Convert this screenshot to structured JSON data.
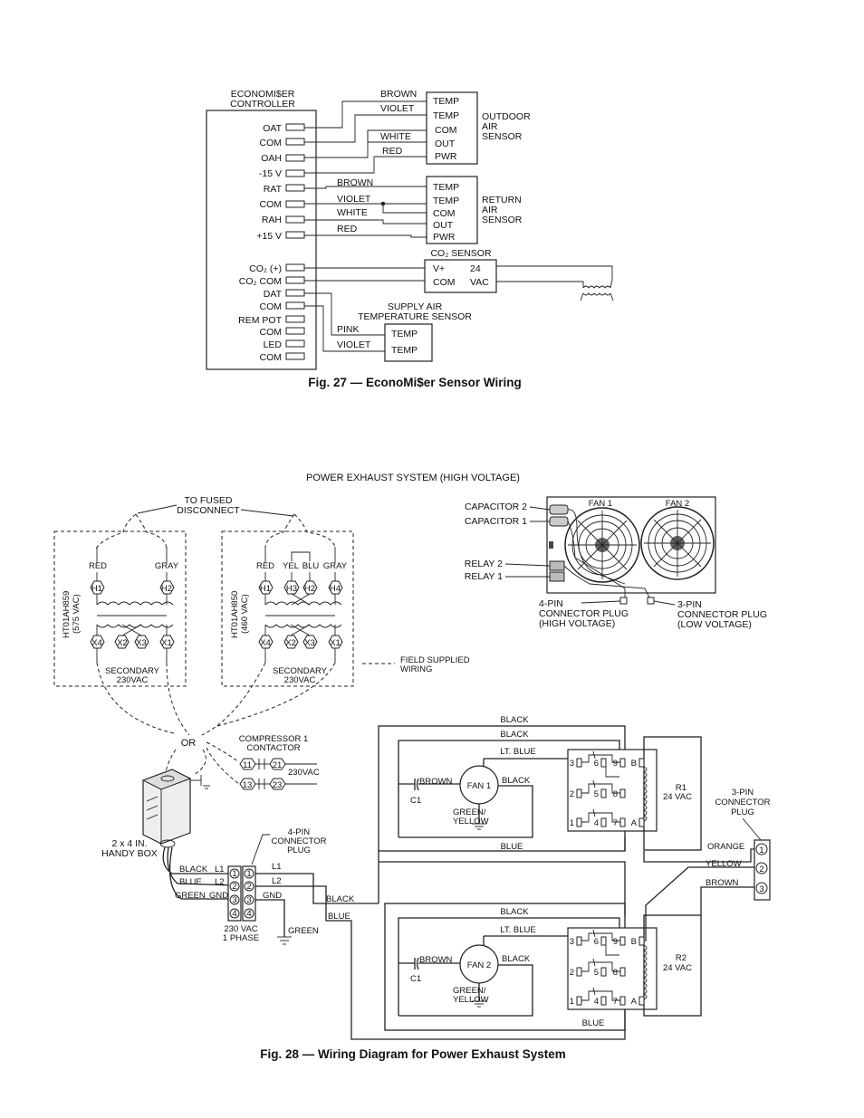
{
  "fig27": {
    "caption": "Fig. 27 — EconoMi$er Sensor Wiring",
    "controller_label_1": "ECONOMI$ER",
    "controller_label_2": "CONTROLLER",
    "terminals": [
      "OAT",
      "COM",
      "OAH",
      "-15 V",
      "RAT",
      "COM",
      "RAH",
      "+15 V",
      "CO₂ (+)",
      "CO₂ COM",
      "DAT",
      "COM",
      "REM POT",
      "COM",
      "LED",
      "COM"
    ],
    "outdoor_wires": [
      "BROWN",
      "VIOLET",
      "WHITE",
      "RED"
    ],
    "outdoor_pins": [
      "TEMP",
      "TEMP",
      "COM",
      "OUT",
      "PWR"
    ],
    "outdoor_label": [
      "OUTDOOR",
      "AIR",
      "SENSOR"
    ],
    "return_wires": [
      "BROWN",
      "VIOLET",
      "WHITE",
      "RED"
    ],
    "return_pins": [
      "TEMP",
      "TEMP",
      "COM",
      "OUT",
      "PWR"
    ],
    "return_label": [
      "RETURN",
      "AIR",
      "SENSOR"
    ],
    "co2_label": "CO₂ SENSOR",
    "co2_pins": [
      "V+",
      "24",
      "COM",
      "VAC"
    ],
    "supply_label": [
      "SUPPLY AIR",
      "TEMPERATURE SENSOR"
    ],
    "supply_wires": [
      "PINK",
      "VIOLET"
    ],
    "supply_pins": [
      "TEMP",
      "TEMP"
    ]
  },
  "fig28": {
    "title": "POWER EXHAUST SYSTEM (HIGH VOLTAGE)",
    "caption": "Fig. 28 — Wiring Diagram for Power Exhaust System",
    "to_fused": [
      "TO FUSED",
      "DISCONNECT"
    ],
    "t1": {
      "model": [
        "HT01AH859",
        "(575 VAC)"
      ],
      "red": "RED",
      "gray": "GRAY",
      "h": [
        "H1",
        "H2"
      ],
      "x": [
        "X4",
        "X2",
        "X3",
        "X1"
      ],
      "secondary": [
        "SECONDARY",
        "230VAC"
      ]
    },
    "t2": {
      "model": [
        "HT01AH850",
        "(460 VAC)"
      ],
      "wires": [
        "RED",
        "YEL",
        "BLU",
        "GRAY"
      ],
      "h": [
        "H1",
        "H3",
        "H2",
        "H4"
      ],
      "x": [
        "X4",
        "X2",
        "X3",
        "X1"
      ],
      "secondary": [
        "SECONDARY",
        "230VAC"
      ]
    },
    "field_wiring": [
      "FIELD SUPPLIED",
      "WIRING"
    ],
    "or": "OR",
    "compressor": [
      "COMPRESSOR 1",
      "CONTACTOR"
    ],
    "contactor_terms": [
      "11",
      "21",
      "13",
      "23"
    ],
    "vac230": "230VAC",
    "handy_box": [
      "2 x 4 IN.",
      "HANDY BOX"
    ],
    "plug4": [
      "4-PIN",
      "CONNECTOR",
      "PLUG"
    ],
    "plug4_wires": [
      "BLACK",
      "BLUE",
      "GREEN"
    ],
    "plug4_lines": [
      "L1",
      "L2",
      "GND"
    ],
    "plug4_pins": [
      "1",
      "2",
      "3",
      "4"
    ],
    "phase": [
      "230 VAC",
      "1 PHASE"
    ],
    "line_labels": [
      "L1",
      "L2",
      "GND"
    ],
    "green": "GREEN",
    "assembly": {
      "fans": [
        "FAN 1",
        "FAN 2"
      ],
      "capacitor2": "CAPACITOR 2",
      "capacitor1": "CAPACITOR 1",
      "relay2": "RELAY 2",
      "relay1": "RELAY 1",
      "plug4_label": [
        "4-PIN",
        "CONNECTOR PLUG",
        "(HIGH VOLTAGE)"
      ],
      "plug3_label": [
        "3-PIN",
        "CONNECTOR PLUG",
        "(LOW VOLTAGE)"
      ]
    },
    "wire_black": "BLACK",
    "wire_blue": "BLUE",
    "wire_ltblue": "LT. BLUE",
    "wire_brown": "BROWN",
    "wire_green_yellow": [
      "GREEN/",
      "YELLOW"
    ],
    "c1": "C1",
    "fan1": "FAN 1",
    "fan2": "FAN 2",
    "relay_pins": [
      "3",
      "6",
      "9",
      "2",
      "5",
      "8",
      "1",
      "4",
      "7",
      "B",
      "A"
    ],
    "r1": [
      "R1",
      "24 VAC"
    ],
    "r2": [
      "R2",
      "24 VAC"
    ],
    "plug3": {
      "label": [
        "3-PIN",
        "CONNECTOR",
        "PLUG"
      ],
      "wires": [
        "ORANGE",
        "YELLOW",
        "BROWN"
      ],
      "pins": [
        "1",
        "2",
        "3"
      ]
    }
  }
}
